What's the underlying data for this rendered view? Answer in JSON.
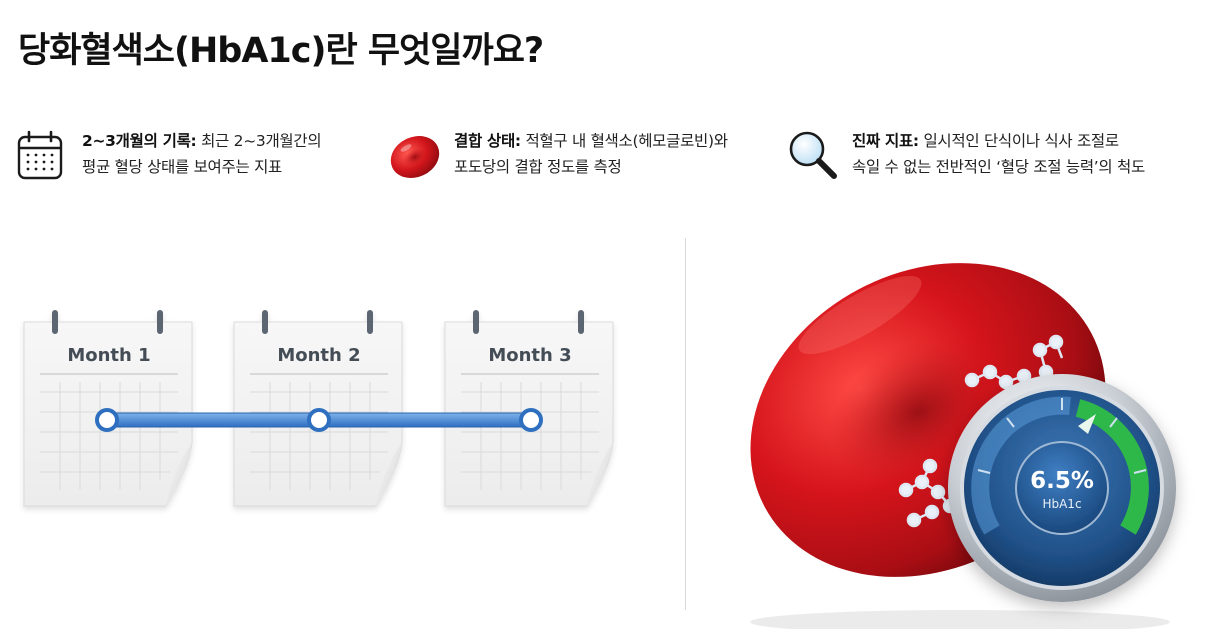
{
  "title": "당화혈색소(HbA1c)란 무엇일까요?",
  "features": [
    {
      "icon": "calendar-icon",
      "heading": "2~3개월의 기록:",
      "line1_rest": " 최근 2~3개월간의",
      "line2": "평균 혈당 상태를 보여주는 지표"
    },
    {
      "icon": "red-blood-cell-icon",
      "heading": "결합 상태:",
      "line1_rest": " 적혈구 내 혈색소(헤모글로빈)와",
      "line2": "포도당의 결합 정도를 측정"
    },
    {
      "icon": "magnifier-icon",
      "heading": "진짜 지표:",
      "line1_rest": " 일시적인 단식이나 식사 조절로",
      "line2": "속일 수 없는 전반적인 ‘혈당 조절 능력’의 척도"
    }
  ],
  "months": [
    "Month 1",
    "Month 2",
    "Month 3"
  ],
  "gauge": {
    "value": "6.5%",
    "unit": "HbA1c"
  },
  "colors": {
    "blood_red": "#c8161d",
    "timeline_blue": "#3f86d6",
    "gauge_green": "#2fb84a",
    "gauge_blue": "#2d6fb8"
  }
}
